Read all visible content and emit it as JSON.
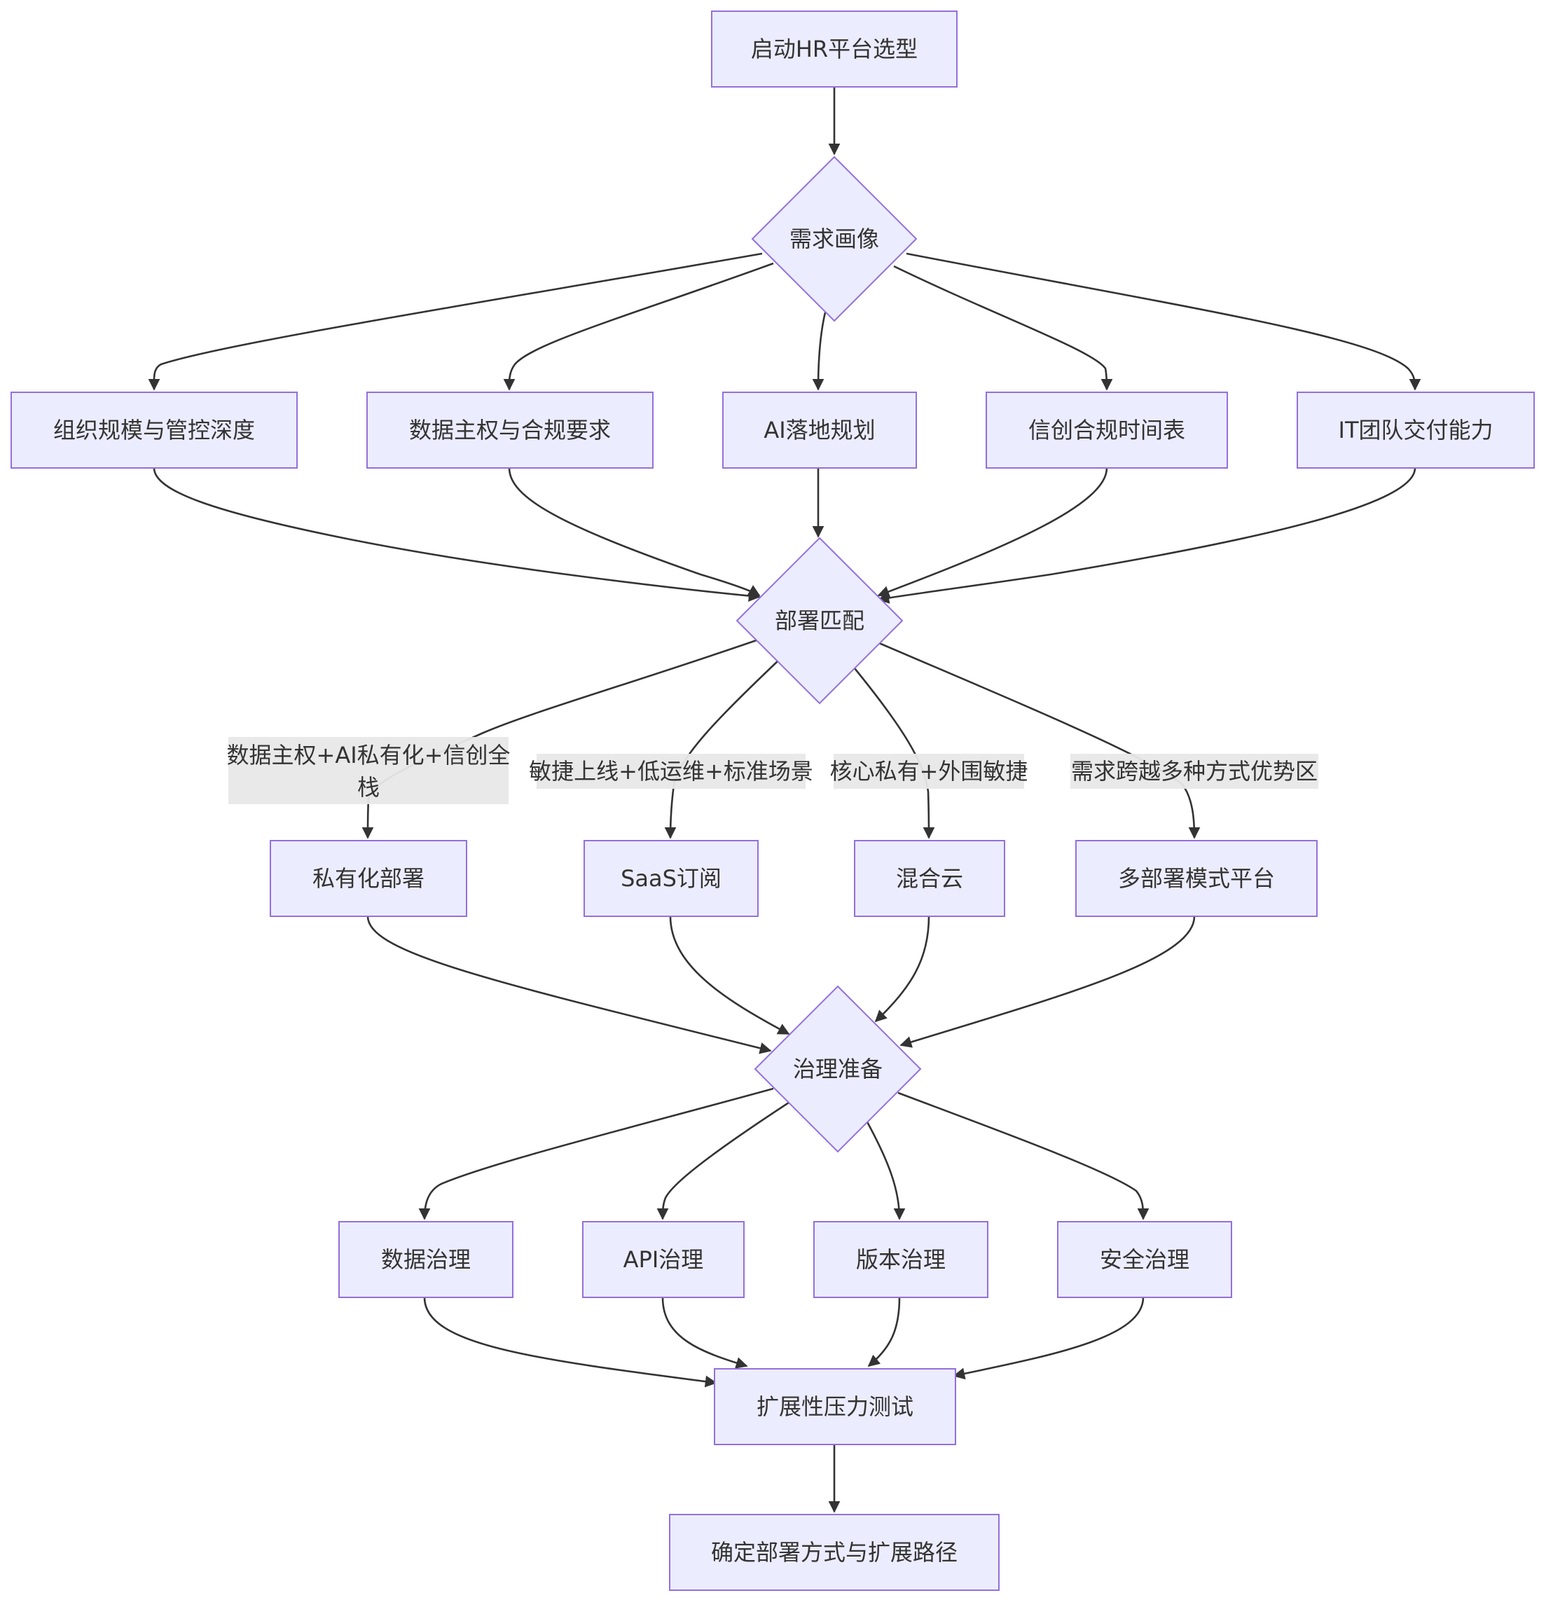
{
  "diagram": {
    "nodes": {
      "start": "启动HR平台选型",
      "demand": "需求画像",
      "org": "组织规模与管控深度",
      "data_sov": "数据主权与合规要求",
      "ai": "AI落地规划",
      "xc": "信创合规时间表",
      "it": "IT团队交付能力",
      "deploy": "部署匹配",
      "private": "私有化部署",
      "saas": "SaaS订阅",
      "hybrid": "混合云",
      "multi": "多部署模式平台",
      "gov": "治理准备",
      "data_gov": "数据治理",
      "api_gov": "API治理",
      "ver_gov": "版本治理",
      "sec_gov": "安全治理",
      "stress": "扩展性压力测试",
      "final": "确定部署方式与扩展路径"
    },
    "edge_labels": {
      "to_private_line1": "数据主权+AI私有化+信创全",
      "to_private_line2": "栈",
      "to_saas": "敏捷上线+低运维+标准场景",
      "to_hybrid": "核心私有+外围敏捷",
      "to_multi": "需求跨越多种方式优势区"
    }
  }
}
